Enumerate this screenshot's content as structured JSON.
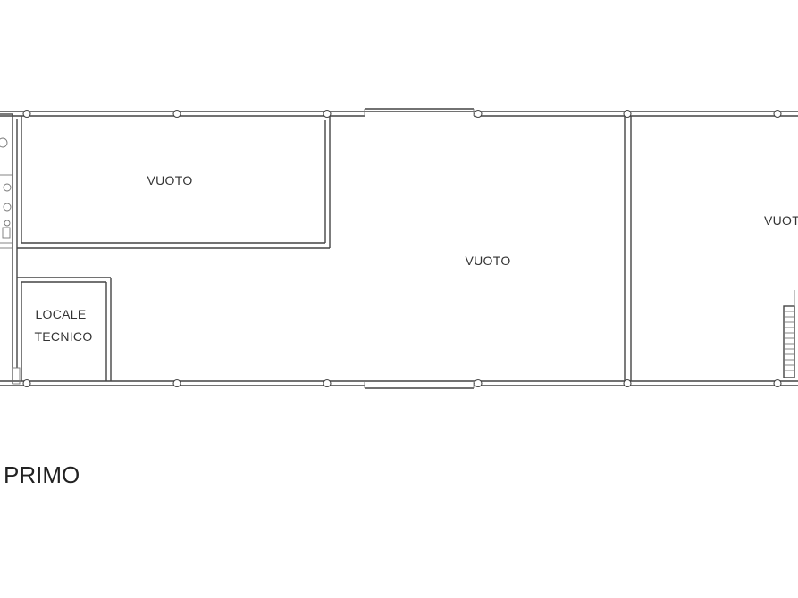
{
  "plan": {
    "rooms": {
      "vuoto_left": "VUOTO",
      "vuoto_center": "VUOTO",
      "vuoto_right": "VUOTO",
      "locale_tecnico_line1": "LOCALE",
      "locale_tecnico_line2": "TECNICO"
    },
    "floor_title": "PRIMO"
  }
}
